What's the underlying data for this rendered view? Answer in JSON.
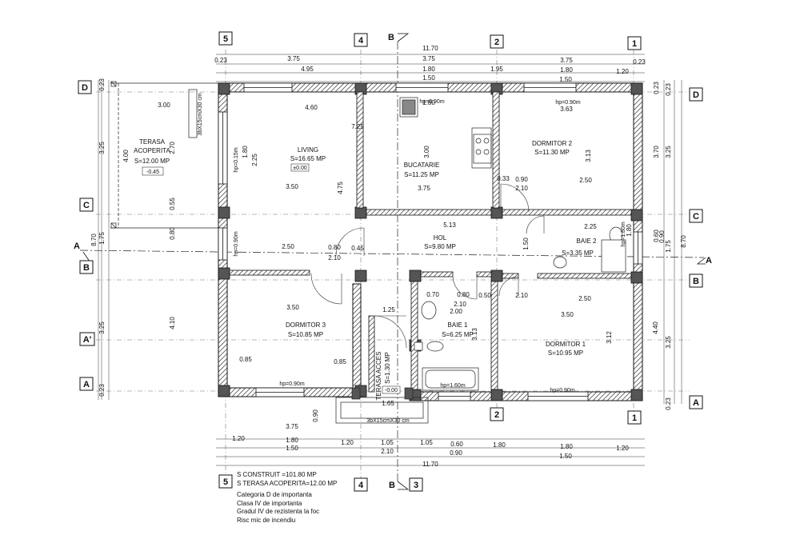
{
  "axes": {
    "vertical": [
      {
        "id": "5",
        "label": "5"
      },
      {
        "id": "4",
        "label": "4"
      },
      {
        "id": "B",
        "label": "B"
      },
      {
        "id": "2",
        "label": "2"
      },
      {
        "id": "3",
        "label": "3"
      },
      {
        "id": "1",
        "label": "1"
      }
    ],
    "horizontal": [
      {
        "id": "D",
        "label": "D"
      },
      {
        "id": "C",
        "label": "C"
      },
      {
        "id": "A_sec",
        "label": "A"
      },
      {
        "id": "B",
        "label": "B"
      },
      {
        "id": "A_prime",
        "label": "A'"
      },
      {
        "id": "A",
        "label": "A"
      }
    ]
  },
  "rooms": [
    {
      "id": "living",
      "name": "LIVING",
      "area": "S=16.65 MP",
      "level": "±0.00"
    },
    {
      "id": "bucatarie",
      "name": "BUCATARIE",
      "area": "S=11.25 MP"
    },
    {
      "id": "dormitor2",
      "name": "DORMITOR 2",
      "area": "S=11.30 MP"
    },
    {
      "id": "hol",
      "name": "HOL",
      "area": "S=9.80 MP"
    },
    {
      "id": "baie2",
      "name": "BAIE 2",
      "area": "S=3.35 MP"
    },
    {
      "id": "dormitor3",
      "name": "DORMITOR 3",
      "area": "S=10.85 MP"
    },
    {
      "id": "baie1",
      "name": "BAIE 1",
      "area": "S=6.25 MP"
    },
    {
      "id": "dormitor1",
      "name": "DORMITOR 1",
      "area": "S=10.95 MP"
    },
    {
      "id": "terasa_acces",
      "name": "TERASA ACCES",
      "area": "S=1.30 MP",
      "level": "-0.00"
    },
    {
      "id": "terasa_acoperita",
      "name": "TERASA ACOPERITA",
      "area": "S=12.00 MP",
      "level": "-0.45"
    }
  ],
  "dimensions": {
    "top": {
      "total": "11.70",
      "row1": [
        "0.23",
        "3.75",
        "3.75",
        "3.75",
        "0.23"
      ],
      "row2": [
        "4.95",
        "1.80",
        "1.95",
        "1.80",
        "1.20"
      ],
      "row3": [
        "1.50",
        "1.50"
      ]
    },
    "bottom": {
      "total": "11.70",
      "row1": [
        "3.75",
        "0.90"
      ],
      "row2": [
        "1.20",
        "1.80",
        "1.20",
        "1.05",
        "1.05",
        "0.60",
        "1.80",
        "1.80",
        "1.20"
      ],
      "row3": [
        "1.50",
        "2.10",
        "0.90",
        "1.50"
      ]
    },
    "left": {
      "total": "8.70",
      "row1": [
        "3.25",
        "1.75",
        "3.25"
      ],
      "row2": [
        "0.23",
        "0.23"
      ],
      "row3": [
        "0.80",
        "4.10"
      ]
    },
    "right": {
      "total": "8.70",
      "row1": [
        "0.23",
        "3.70",
        "0.60",
        "1.80",
        "0.23"
      ],
      "row2": [
        "3.25",
        "1.75",
        "4.40",
        "3.25"
      ],
      "row3": [
        "0.90",
        "0.23"
      ]
    },
    "interior": [
      "3.00",
      "4.60",
      "7.25",
      "1.80",
      "3.63",
      "2.70",
      "4.00",
      "1.80",
      "2.25",
      "3.00",
      "3.13",
      "0.55",
      "3.50",
      "3.75",
      "4.75",
      "0.90",
      "2.50",
      "2.10",
      "0.33",
      "5.13",
      "2.25",
      "2.50",
      "0.80",
      "0.45",
      "2.10",
      "1.50",
      "0.70",
      "0.80",
      "0.50",
      "2.10",
      "2.10",
      "2.50",
      "2.00",
      "3.50",
      "3.50",
      "1.25",
      "0.85",
      "0.85",
      "3.13",
      "3.12",
      "1.65",
      "3.00",
      "0.80",
      "4.10",
      "0.90"
    ],
    "hp": [
      "hp=0.90m",
      "hp=0.90m",
      "hp=1.80m",
      "hp=0.90m",
      "hp=0.90m",
      "hp=1.60m",
      "hp=0.90m",
      "hp=0.15m",
      "hp=0.90m"
    ],
    "columns": [
      "3bX15cmX30 cm",
      "3bX15cmX30 cm"
    ]
  },
  "notes": {
    "s_construit": "S CONSTRUIT =101.80 MP",
    "s_terasa": "S TERASA ACOPERITA=12.00 MP",
    "categoria": "Categoria D de importanta",
    "clasa": "Clasa IV de importanta",
    "grad": "Gradul IV de rezistenta la foc",
    "risc": "Risc mic de incendiu"
  }
}
